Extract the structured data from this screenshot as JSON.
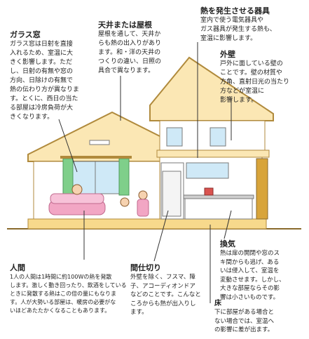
{
  "colors": {
    "roof_fill": "#fbe7b4",
    "roof_stroke": "#b08a3c",
    "wall": "#ffffff",
    "floor": "#f7d98c",
    "curtain": "#7fcf8a",
    "window_glass": "#cfe9f7",
    "door": "#d8a43a",
    "sofa": "#f2a6c4",
    "leader": "#333333",
    "ground": "#8a6a2c"
  },
  "labels": {
    "window": {
      "title": "ガラス窓",
      "lines": [
        "ガラス窓は日射を直接",
        "入れるため、室温に大",
        "きく影響します。ただ",
        "し、日射の有無や窓の",
        "方向、日除けの有無で",
        "熱の伝わり方が異なりま",
        "す。とくに、西日の当た",
        "る部屋は冷房負荷が大",
        "きくなります。"
      ]
    },
    "ceiling": {
      "title": "天井または屋根",
      "lines": [
        "屋根を通して、天井か",
        "らも熱の出入りがあり",
        "ます。和・洋の天井の",
        "つくりの違い、日照の",
        "具合で異なります。"
      ]
    },
    "appliances": {
      "title": "熱を発生させる器具",
      "lines": [
        "室内で使う電気器具や",
        "ガス器具が発生する熱も、",
        "室温に影響します。"
      ]
    },
    "outer_wall": {
      "title": "外壁",
      "lines": [
        "戸外に面している壁の",
        "ことです。壁の材質や",
        "方角、直射日光の当たり",
        "方などが室温に",
        "影響します。"
      ]
    },
    "people": {
      "title": "人間",
      "lines": [
        "1人の人間は1時間に約100Wの熱を発散",
        "します。激しく動き回ったり、飲酒をしている",
        "ときに発散する熱はこの倍の量にもなりま",
        "す。人が大勢いる部屋は、暖房の必要がな",
        "いほどあたたかくなることもあります。"
      ]
    },
    "partition": {
      "title": "間仕切り",
      "lines": [
        "外壁を除く、フスマ、障",
        "子、アコーディオンドア",
        "などのことです。こんなと",
        "ころからも熱が出入りし",
        "ます。"
      ]
    },
    "ventilation": {
      "title": "換気",
      "lines": [
        "熱は扉の開閉や窓のス",
        "キ間からも逃げ、ある",
        "いは侵入して、室温を",
        "変動させます。しかし、",
        "大きな部屋ならその影",
        "響は小さいものです。"
      ]
    },
    "floor": {
      "title": "床",
      "lines": [
        "下に部屋がある場合と",
        "ない場合では、室温へ",
        "の影響に差が出ます。"
      ]
    }
  }
}
